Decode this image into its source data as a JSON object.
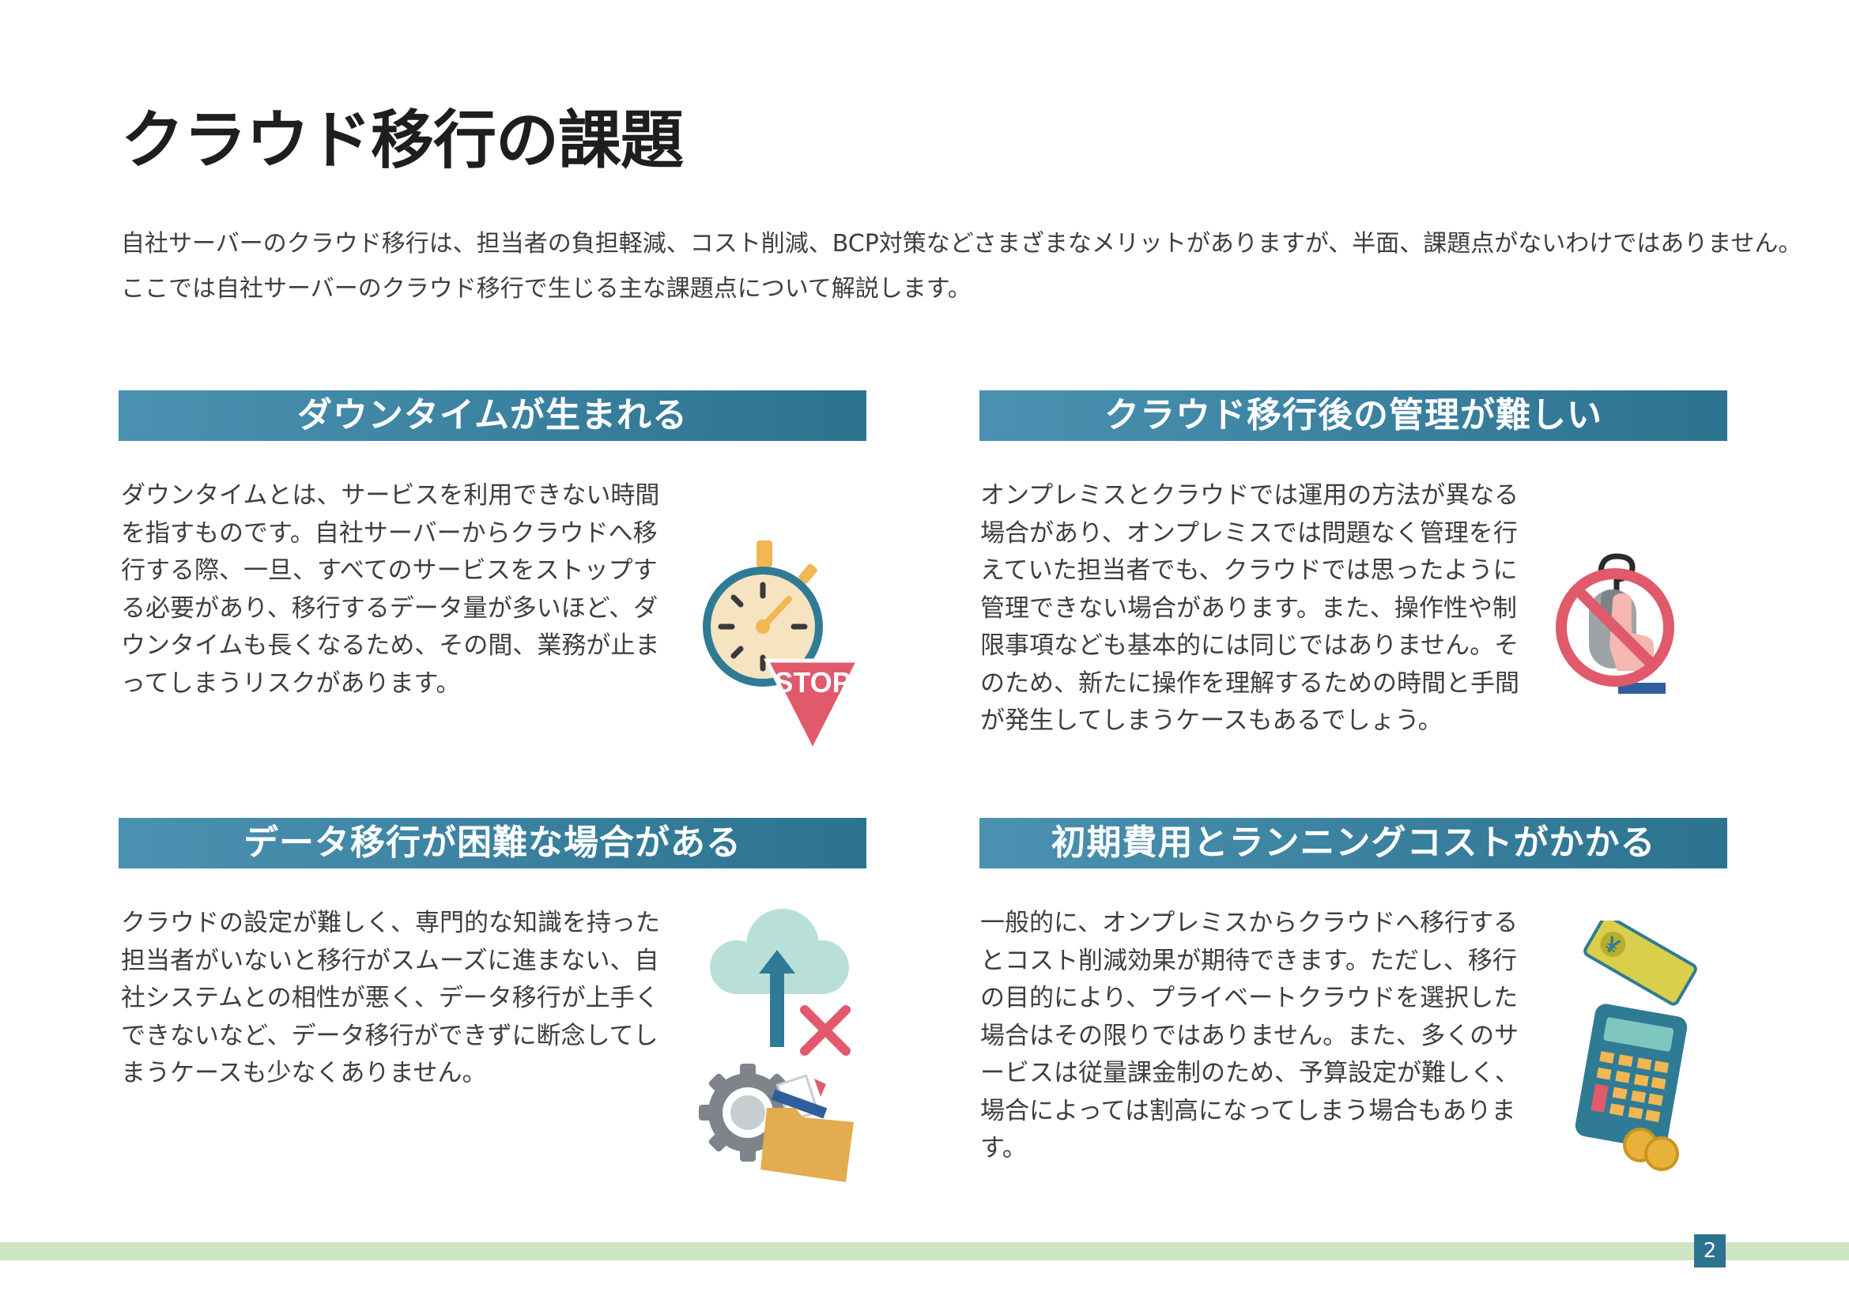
{
  "title": "クラウド移行の課題",
  "intro": [
    "自社サーバーのクラウド移行は、担当者の負担軽減、コスト削減、BCP対策などさまざまなメリットがありますが、半面、課題点がないわけではありません。",
    "ここでは自社サーバーのクラウド移行で生じる主な課題点について解説します。"
  ],
  "sections": [
    {
      "heading": "ダウンタイムが生まれる",
      "body": "ダウンタイムとは、サービスを利用できない時間を指すものです。自社サーバーからクラウドへ移行する際、一旦、すべてのサービスをストップする必要があり、移行するデータ量が多いほど、ダウンタイムも長くなるため、その間、業務が止まってしまうリスクがあります。",
      "icon": "stopwatch-stop-icon",
      "stop_label": "STOP"
    },
    {
      "heading": "クラウド移行後の管理が難しい",
      "body": "オンプレミスとクラウドでは運用の方法が異なる場合があり、オンプレミスでは問題なく管理を行えていた担当者でも、クラウドでは思ったように管理できない場合があります。また、操作性や制限事項なども基本的には同じではありません。そのため、新たに操作を理解するための時間と手間が発生してしまうケースもあるでしょう。",
      "icon": "no-mouse-click-icon"
    },
    {
      "heading": "データ移行が困難な場合がある",
      "body": "クラウドの設定が難しく、専門的な知識を持った担当者がいないと移行がスムーズに進まない、自社システムとの相性が悪く、データ移行が上手くできないなど、データ移行ができずに断念してしまうケースも少なくありません。",
      "icon": "cloud-upload-failed-icon"
    },
    {
      "heading": "初期費用とランニングコストがかかる",
      "body": "一般的に、オンプレミスからクラウドへ移行するとコスト削減効果が期待できます。ただし、移行の目的により、プライベートクラウドを選択した場合はその限りではありません。また、多くのサービスは従量課金制のため、予算設定が難しく、場合によっては割高になってしまう場合もあります。",
      "icon": "calculator-money-icon",
      "bill_symbol": "¥"
    }
  ],
  "page_number": "2",
  "colors": {
    "heading_gradient_start": "#4b91b1",
    "heading_gradient_end": "#2c7390",
    "footer_band": "#cde5c2",
    "page_number_bg": "#2c7390",
    "stop_red": "#e05a6b",
    "watch_cream": "#f6e3c0"
  }
}
